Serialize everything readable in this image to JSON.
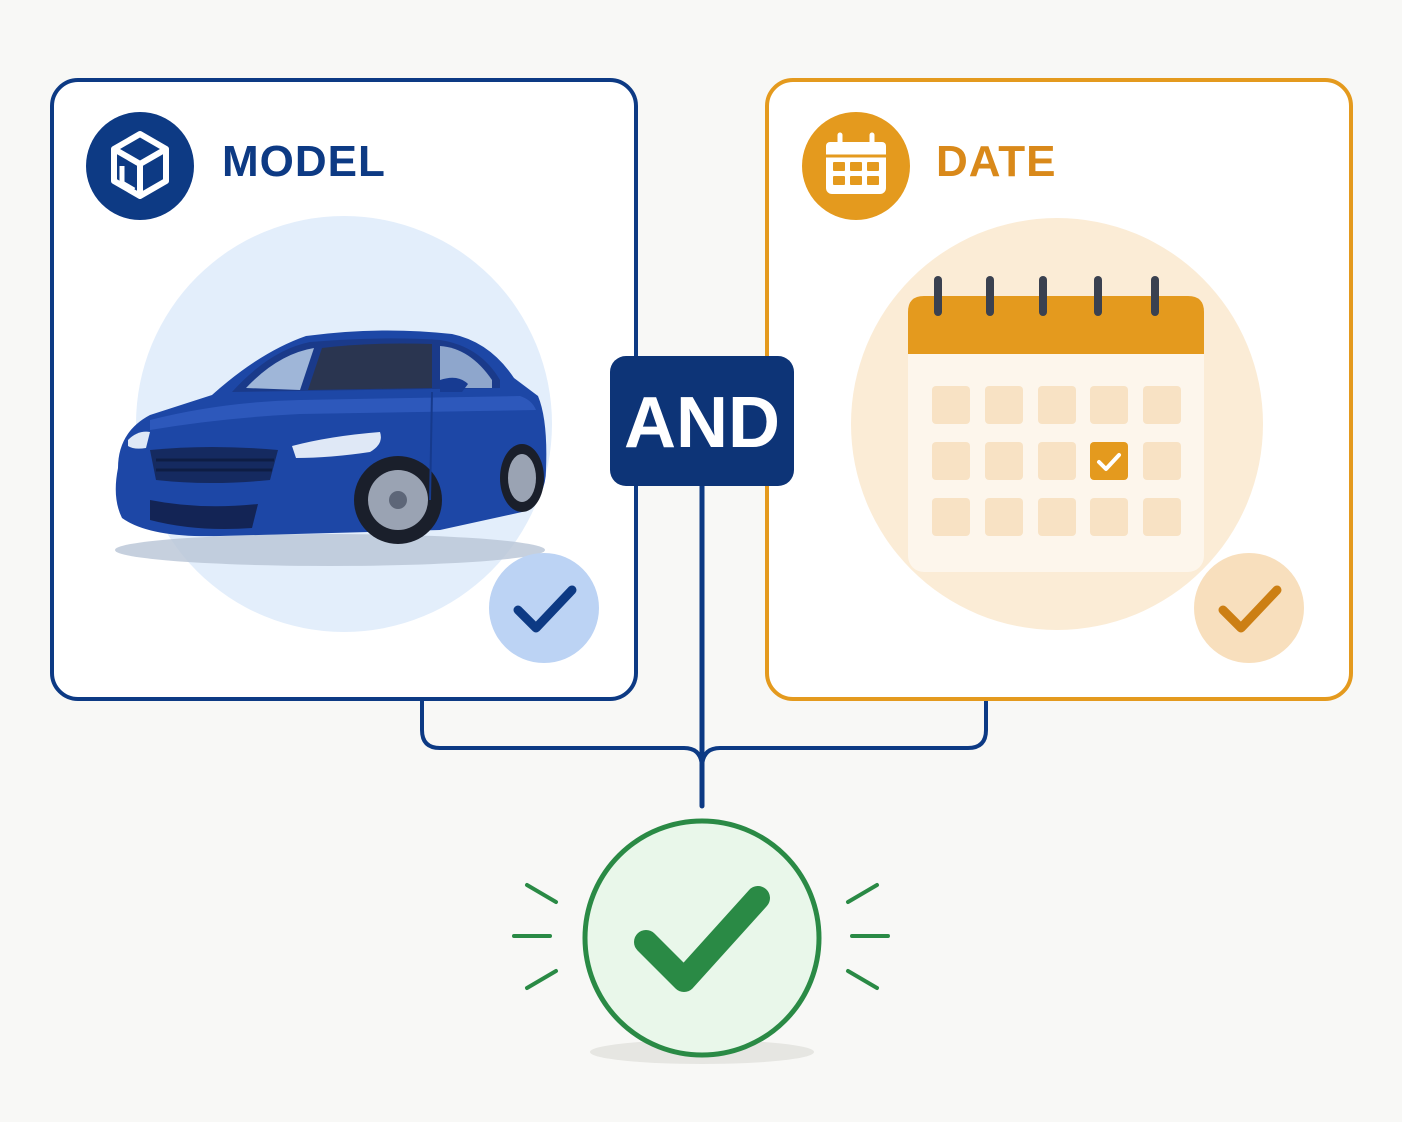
{
  "model_panel": {
    "title": "MODEL",
    "icon": "cube-icon",
    "image": "sedan-car",
    "status_icon": "checkmark-icon",
    "color": "#0d3a84"
  },
  "date_panel": {
    "title": "DATE",
    "icon": "calendar-icon",
    "image": "calendar-with-checked-day",
    "status_icon": "checkmark-icon",
    "color": "#e49a1e"
  },
  "operator": {
    "label": "AND",
    "color": "#0d3477"
  },
  "result": {
    "icon": "checkmark-icon",
    "color": "#2a8a45"
  }
}
